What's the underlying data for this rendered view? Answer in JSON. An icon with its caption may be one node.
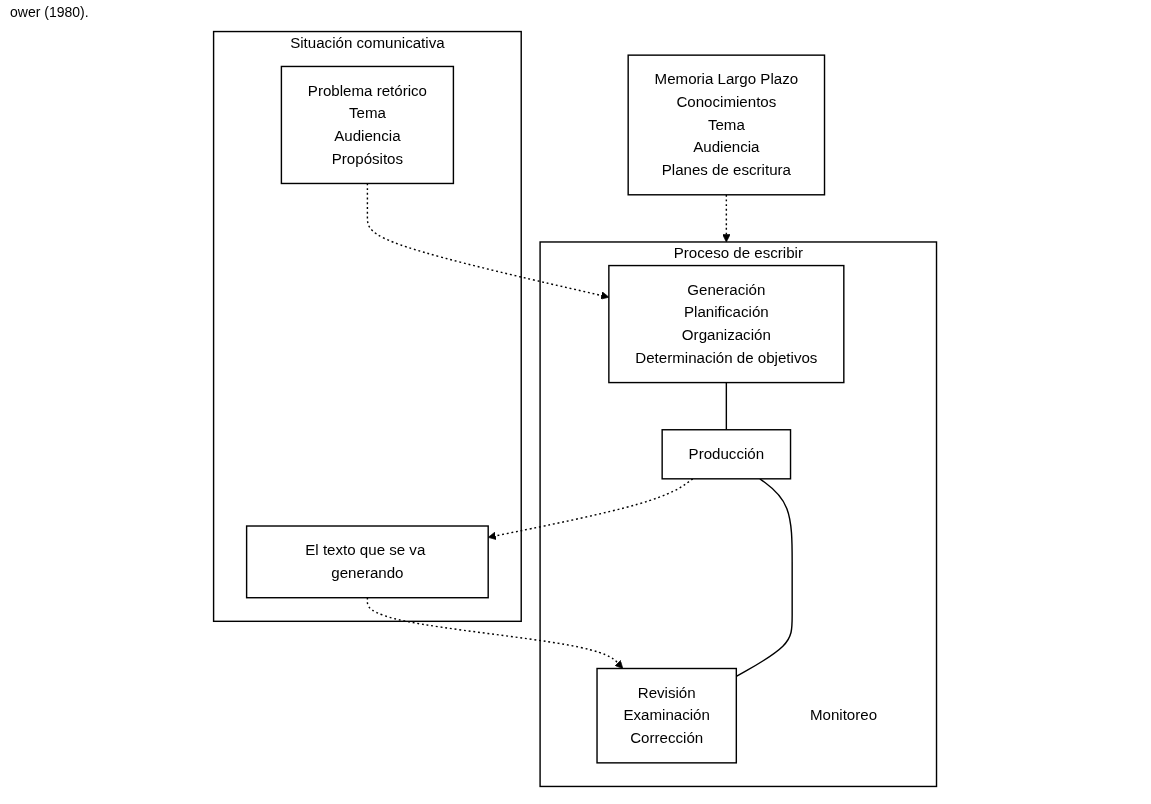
{
  "diagram": {
    "nodes": [
      {
        "text": [
          "Situación comunicativa"
        ]
      },
      {
        "text": [
          "Problema retórico",
          "Tema",
          "Audiencia",
          "Propósitos"
        ],
        "in": 0
      },
      {
        "text": [
          "El texto que se va generando"
        ],
        "in": 0
      },
      {
        "text": [
          "Memoria Largo Plazo",
          "Conocimientos",
          "Tema",
          "Audiencia",
          "Planes de escritura"
        ]
      },
      {
        "text": [
          "Proceso de escribir"
        ]
      },
      {
        "text": [
          "Generación",
          "Planificación",
          "Organización",
          "Determinación de objetivos"
        ],
        "in": 4
      },
      {
        "text": [
          "Producción"
        ],
        "in": 4
      },
      {
        "text": [
          "Revisión",
          "Examinación",
          "Corrección"
        ],
        "in": 4
      },
      {
        "text": [
          "Monitoreo"
        ],
        "in": 4
      }
    ],
    "edges": [
      {
        "from": 1,
        "to": 5,
        "arrow": "to",
        "style": "dashed"
      },
      {
        "from": 6,
        "to": 2,
        "arrow": "to",
        "style": "dashed"
      },
      {
        "from": 2,
        "to": 7,
        "arrow": "to",
        "style": "dashed"
      },
      {
        "from": 3,
        "to": 4,
        "arrow": "to",
        "style": "dashed"
      },
      {
        "from": 5,
        "to": 6,
        "arrow": "none"
      },
      {
        "from": 6,
        "to": 7,
        "arrow": "none"
      }
    ],
    "labels": [
      "ower (1980)."
    ]
  }
}
